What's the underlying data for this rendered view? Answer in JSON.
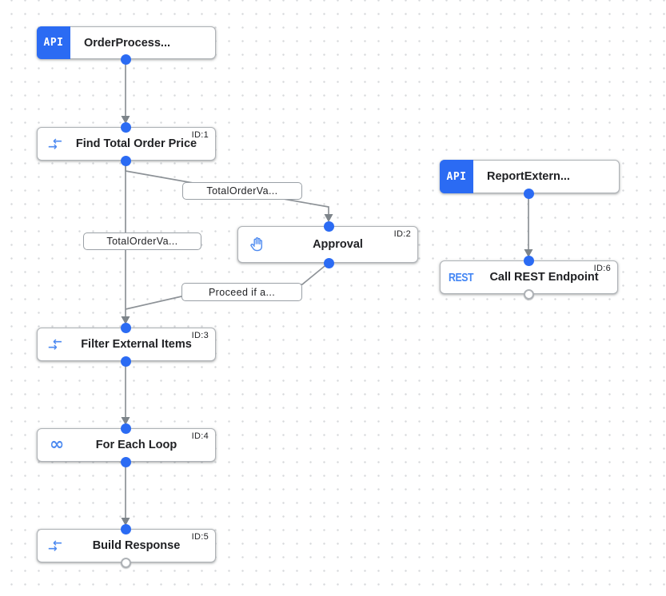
{
  "icons": {
    "api_badge": "API",
    "rest_badge": "REST",
    "infinity": "∞",
    "arrow_right": "→",
    "arrow_left": "←",
    "hand": "approval-hand"
  },
  "colors": {
    "accent_blue": "#2b6bf3",
    "icon_blue": "#4d8af0",
    "line_gray": "#8d9297",
    "node_border": "#aeb2b6"
  },
  "nodes": [
    {
      "name": "order-process-trigger",
      "type": "api-trigger",
      "badge": "API",
      "title": "OrderProcess..."
    },
    {
      "name": "find-total-order-price",
      "type": "data-mapping-task",
      "title": "Find Total Order Price",
      "id_label": "ID:1"
    },
    {
      "name": "approval",
      "type": "approval-task",
      "title": "Approval",
      "id_label": "ID:2"
    },
    {
      "name": "filter-external-items",
      "type": "data-mapping-task",
      "title": "Filter External Items",
      "id_label": "ID:3"
    },
    {
      "name": "for-each-loop",
      "type": "loop-task",
      "title": "For Each Loop",
      "id_label": "ID:4"
    },
    {
      "name": "build-response",
      "type": "data-mapping-task",
      "title": "Build Response",
      "id_label": "ID:5"
    },
    {
      "name": "report-extern-trigger",
      "type": "api-trigger",
      "badge": "API",
      "title": "ReportExtern..."
    },
    {
      "name": "call-rest-endpoint",
      "type": "rest-task",
      "badge": "REST",
      "title": "Call REST Endpoint",
      "id_label": "ID:6"
    }
  ],
  "edge_labels": [
    {
      "text": "TotalOrderVa..."
    },
    {
      "text": "TotalOrderVa..."
    },
    {
      "text": "Proceed if a..."
    }
  ]
}
